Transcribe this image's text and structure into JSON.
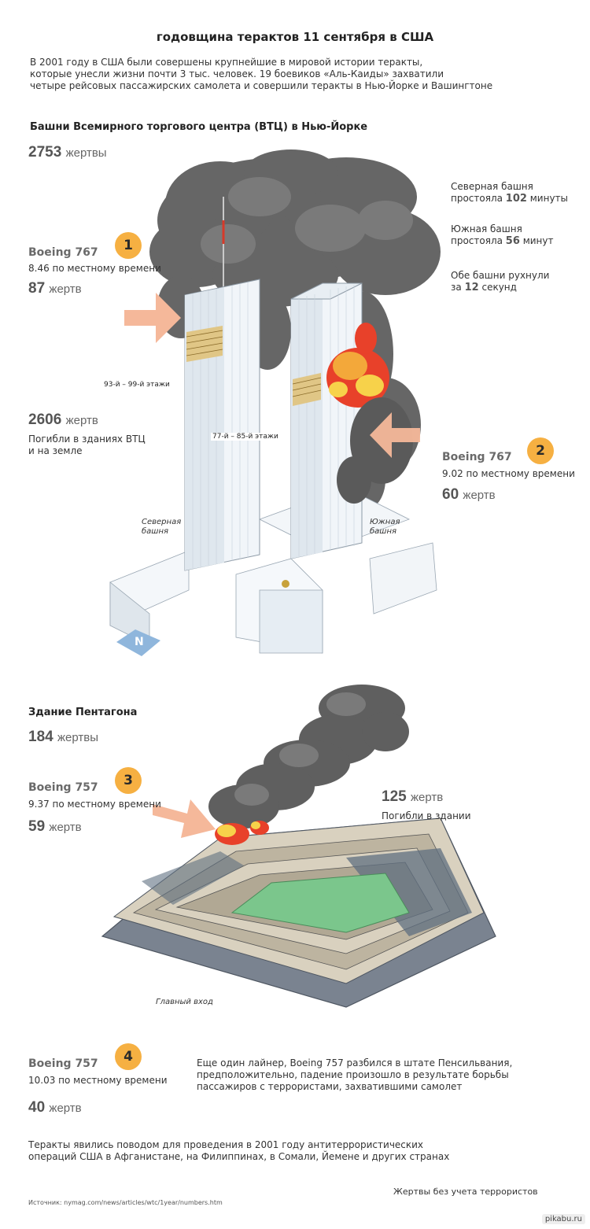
{
  "header": {
    "title": "годовщина терактов 11 сентября в США",
    "intro": "В 2001 году в США были совершены крупнейшие в мировой истории теракты,\n которые унесли жизни почти 3 тыс. человек. 19 боевиков «Аль-Каиды» захватили\n четыре рейсовых пассажирских самолета и совершили теракты в Нью-Йорке и Вашингтоне"
  },
  "wtc": {
    "title": "Башни Всемирного торгового центра (ВТЦ) в Нью-Йорке",
    "total_num": "2753",
    "total_unit": "жертвы",
    "facts": {
      "north_a": "Северная башня",
      "north_b_pre": "простояла ",
      "north_b_num": "102",
      "north_b_post": " минуты",
      "south_a": "Южная башня",
      "south_b_pre": "простояла ",
      "south_b_num": "56",
      "south_b_post": " минут",
      "both_a": "Обе башни рухнули",
      "both_b_pre": "за ",
      "both_b_num": "12",
      "both_b_post": " секунд"
    },
    "flight1": {
      "badge": "1",
      "plane": "Boeing 767",
      "time": "8.46 по местному времени",
      "num": "87",
      "unit": "жертв"
    },
    "flight2": {
      "badge": "2",
      "plane": "Boeing 767",
      "time": "9.02 по местному времени",
      "num": "60",
      "unit": "жертв"
    },
    "floors_north": "93-й – 99-й этажи",
    "floors_south": "77-й – 85-й этажи",
    "ground_num": "2606",
    "ground_unit": "жертв",
    "ground_text": "Погибли в зданиях ВТЦ\nи на земле",
    "north_label": "Северная\nбашня",
    "south_label": "Южная\nбашня",
    "compass": "N"
  },
  "pentagon": {
    "title": "Здание Пентагона",
    "total_num": "184",
    "total_unit": "жертвы",
    "flight3": {
      "badge": "3",
      "plane": "Boeing 757",
      "time": "9.37 по местному времени",
      "num": "59",
      "unit": "жертв"
    },
    "building_num": "125",
    "building_unit": "жертв",
    "building_text": "Погибли в здании",
    "entrance": "Главный вход"
  },
  "pennsylvania": {
    "flight4": {
      "badge": "4",
      "plane": "Boeing 757",
      "time": "10.03 по местному времени",
      "num": "40",
      "unit": "жертв"
    },
    "text": "Еще один лайнер, Boeing 757 разбился в штате Пенсильвания,\nпредположительно, падение произошло в результате борьбы\nпассажиров с террористами, захватившими самолет"
  },
  "footer": {
    "conclusion": "Теракты явились поводом для проведения в 2001 году антитеррористических\nопераций США в Афганистане, на Филиппинах, в Сомали, Йемене и других странах",
    "note": "Жертвы без учета террористов",
    "source": "Источник: nymag.com/news/articles/wtc/1year/numbers.htm",
    "watermark": "pikabu.ru"
  },
  "colors": {
    "badge": "#f6b042",
    "tower": "#e9eef3",
    "smoke": "#6b6b6b",
    "fire": "#e8412a",
    "arrow": "#f5b89a",
    "courtyard": "#7bc68c"
  },
  "icons": [
    "compass-arrow-icon",
    "impact-arrow-icon"
  ]
}
